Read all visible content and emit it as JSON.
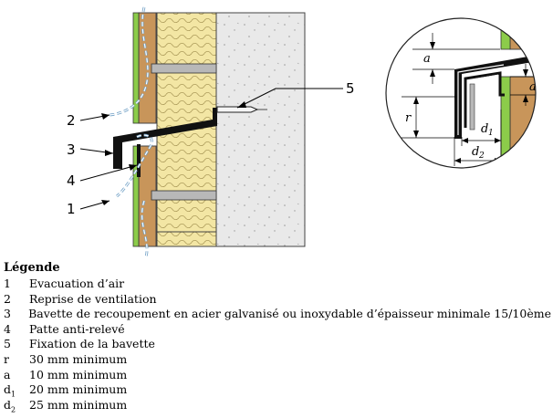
{
  "callouts": [
    {
      "num": "1"
    },
    {
      "num": "2"
    },
    {
      "num": "3"
    },
    {
      "num": "4"
    },
    {
      "num": "5"
    }
  ],
  "dimensions": {
    "a": "a",
    "r": "r",
    "d1_main": "d",
    "d1_sub": "1",
    "d2_main": "d",
    "d2_sub": "2"
  },
  "legend": {
    "title": "Légende",
    "items": [
      {
        "key": "1",
        "text": "Evacuation d’air"
      },
      {
        "key": "2",
        "text": "Reprise de ventilation"
      },
      {
        "key": "3",
        "text": "Bavette de recoupement en acier galvanisé ou inoxydable d’épaisseur minimale 15/10ème"
      },
      {
        "key": "4",
        "text": "Patte anti-relevé"
      },
      {
        "key": "5",
        "text": "Fixation de la bavette"
      },
      {
        "key": "r",
        "text": "30 mm minimum"
      },
      {
        "key": "a",
        "text": "10 mm minimum"
      },
      {
        "key": "d",
        "sub": "1",
        "text": "20 mm minimum"
      },
      {
        "key": "d",
        "sub": "2",
        "text": "25 mm minimum"
      }
    ]
  },
  "colors": {
    "concrete": "#e8e8e8",
    "insulation": "#f3e6a4",
    "cladding": "#c8955a",
    "rail": "#8ccc4a",
    "bracket": "#b8b8b8",
    "airflow": "#9fc3de",
    "flashing": "#111111"
  }
}
